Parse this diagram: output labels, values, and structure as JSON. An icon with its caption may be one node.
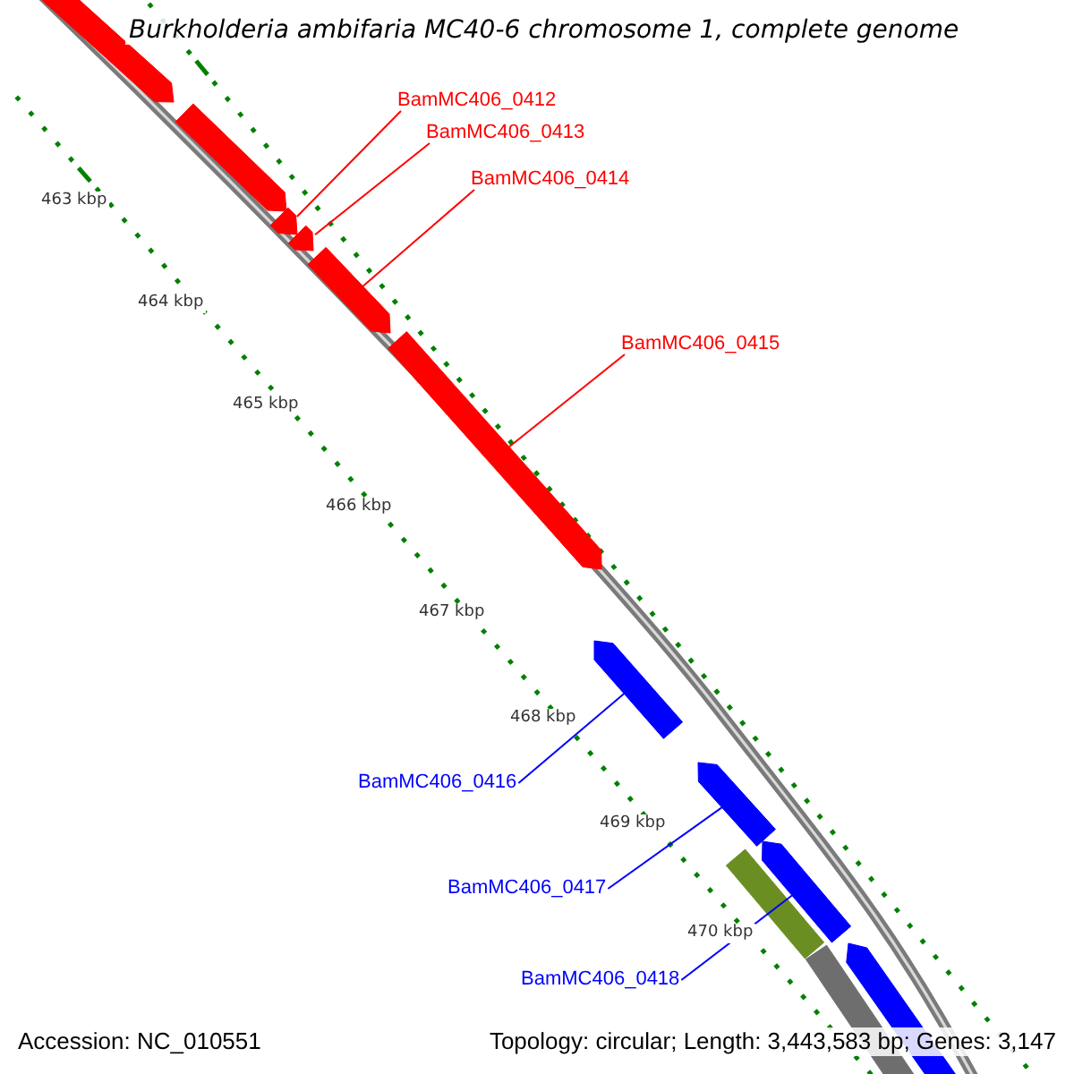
{
  "diagram": {
    "title": "Burkholderia ambifaria MC40-6 chromosome 1, complete genome",
    "nodes": [
      {
        "text": [
          "BamMC406_0412"
        ]
      },
      {
        "text": [
          "BamMC406_0413"
        ]
      },
      {
        "text": [
          "BamMC406_0414"
        ]
      },
      {
        "text": [
          "BamMC406_0415"
        ]
      },
      {
        "text": [],
        "shape": "arrow"
      },
      {
        "text": [],
        "shape": "arrow"
      },
      {
        "text": [],
        "shape": "arrow"
      },
      {
        "text": [],
        "shape": "arrow"
      },
      {
        "text": [],
        "shape": "arrow"
      },
      {
        "text": [],
        "shape": "arrow"
      },
      {
        "text": [
          "BamMC406_0416"
        ]
      },
      {
        "text": [
          "BamMC406_0417"
        ]
      },
      {
        "text": [
          "BamMC406_0418"
        ]
      },
      {
        "text": [],
        "shape": "arrow"
      },
      {
        "text": [],
        "shape": "arrow"
      },
      {
        "text": [],
        "shape": "arrow"
      },
      {
        "text": [],
        "shape": "arrow"
      },
      {
        "text": [],
        "shape": "bar"
      },
      {
        "text": [],
        "shape": "bar"
      }
    ],
    "edges": [
      {
        "from": 0,
        "to": 6,
        "arrow": "none"
      },
      {
        "from": 1,
        "to": 7,
        "arrow": "none"
      },
      {
        "from": 2,
        "to": 8,
        "arrow": "none"
      },
      {
        "from": 3,
        "to": 9,
        "arrow": "none"
      },
      {
        "from": 10,
        "to": 13,
        "arrow": "none",
        "color": "#0000ff"
      },
      {
        "from": 11,
        "to": 14,
        "arrow": "none",
        "color": "#0000ff"
      },
      {
        "from": 12,
        "to": 15,
        "arrow": "none",
        "color": "#0000ff"
      }
    ],
    "labels": [
      "463 kbp",
      "464 kbp",
      "465 kbp",
      "466 kbp",
      "467 kbp",
      "468 kbp",
      "469 kbp",
      "470 kbp",
      "Accession: NC_010551",
      "Topology: circular; Length: 3,443,583 bp; Genes: 3,147"
    ]
  }
}
